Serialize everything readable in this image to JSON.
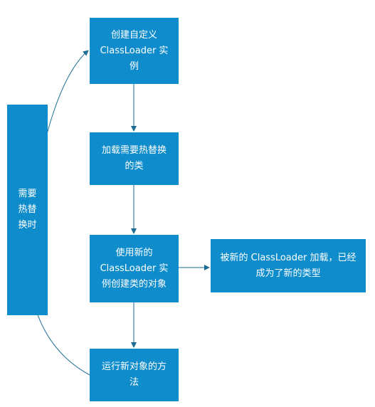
{
  "diagram": {
    "nodes": {
      "create_loader": "创建自定义\nClassLoader 实\n例",
      "load_class": "加载需要热替换\n的类",
      "create_object": "使用新的\nClassLoader 实\n例创建类的对象",
      "run_method": "运行新对象的方\n法",
      "new_type_note": "被新的 ClassLoader 加载，已经\n成为了新的类型",
      "hot_swap_label": "需要\n热替\n换时"
    },
    "colors": {
      "node_fill": "#0f8ccc",
      "node_text": "#ffffff",
      "edge": "#1b6d96"
    }
  }
}
